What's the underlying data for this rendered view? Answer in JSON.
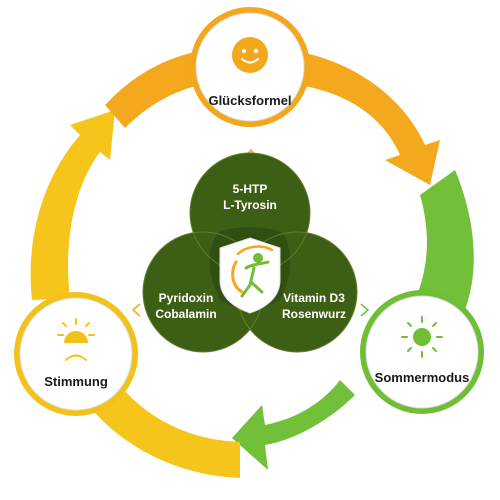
{
  "nodes": {
    "top": {
      "label": "Glücksformel",
      "icon": "smiling-face-icon",
      "color": "#f2a71c"
    },
    "right": {
      "label": "Sommermodus",
      "icon": "sun-icon",
      "color": "#6fbe36"
    },
    "left": {
      "label": "Stimmung",
      "icon": "sunrise-sad-face-icon",
      "color": "#f3c21a"
    }
  },
  "venn": {
    "top": {
      "line1": "5-HTP",
      "line2": "L-Tyrosin"
    },
    "left": {
      "line1": "Pyridoxin",
      "line2": "Cobalamin"
    },
    "right": {
      "line1": "Vitamin D3",
      "line2": "Rosenwurz"
    },
    "center_icon": "person-shield-logo",
    "color": "#3d5f15"
  },
  "colors": {
    "arrow_orange": "#f4a81d",
    "arrow_yellow": "#f5c51b",
    "arrow_green": "#72bf3a",
    "ring_border": "#dcdcdc"
  }
}
